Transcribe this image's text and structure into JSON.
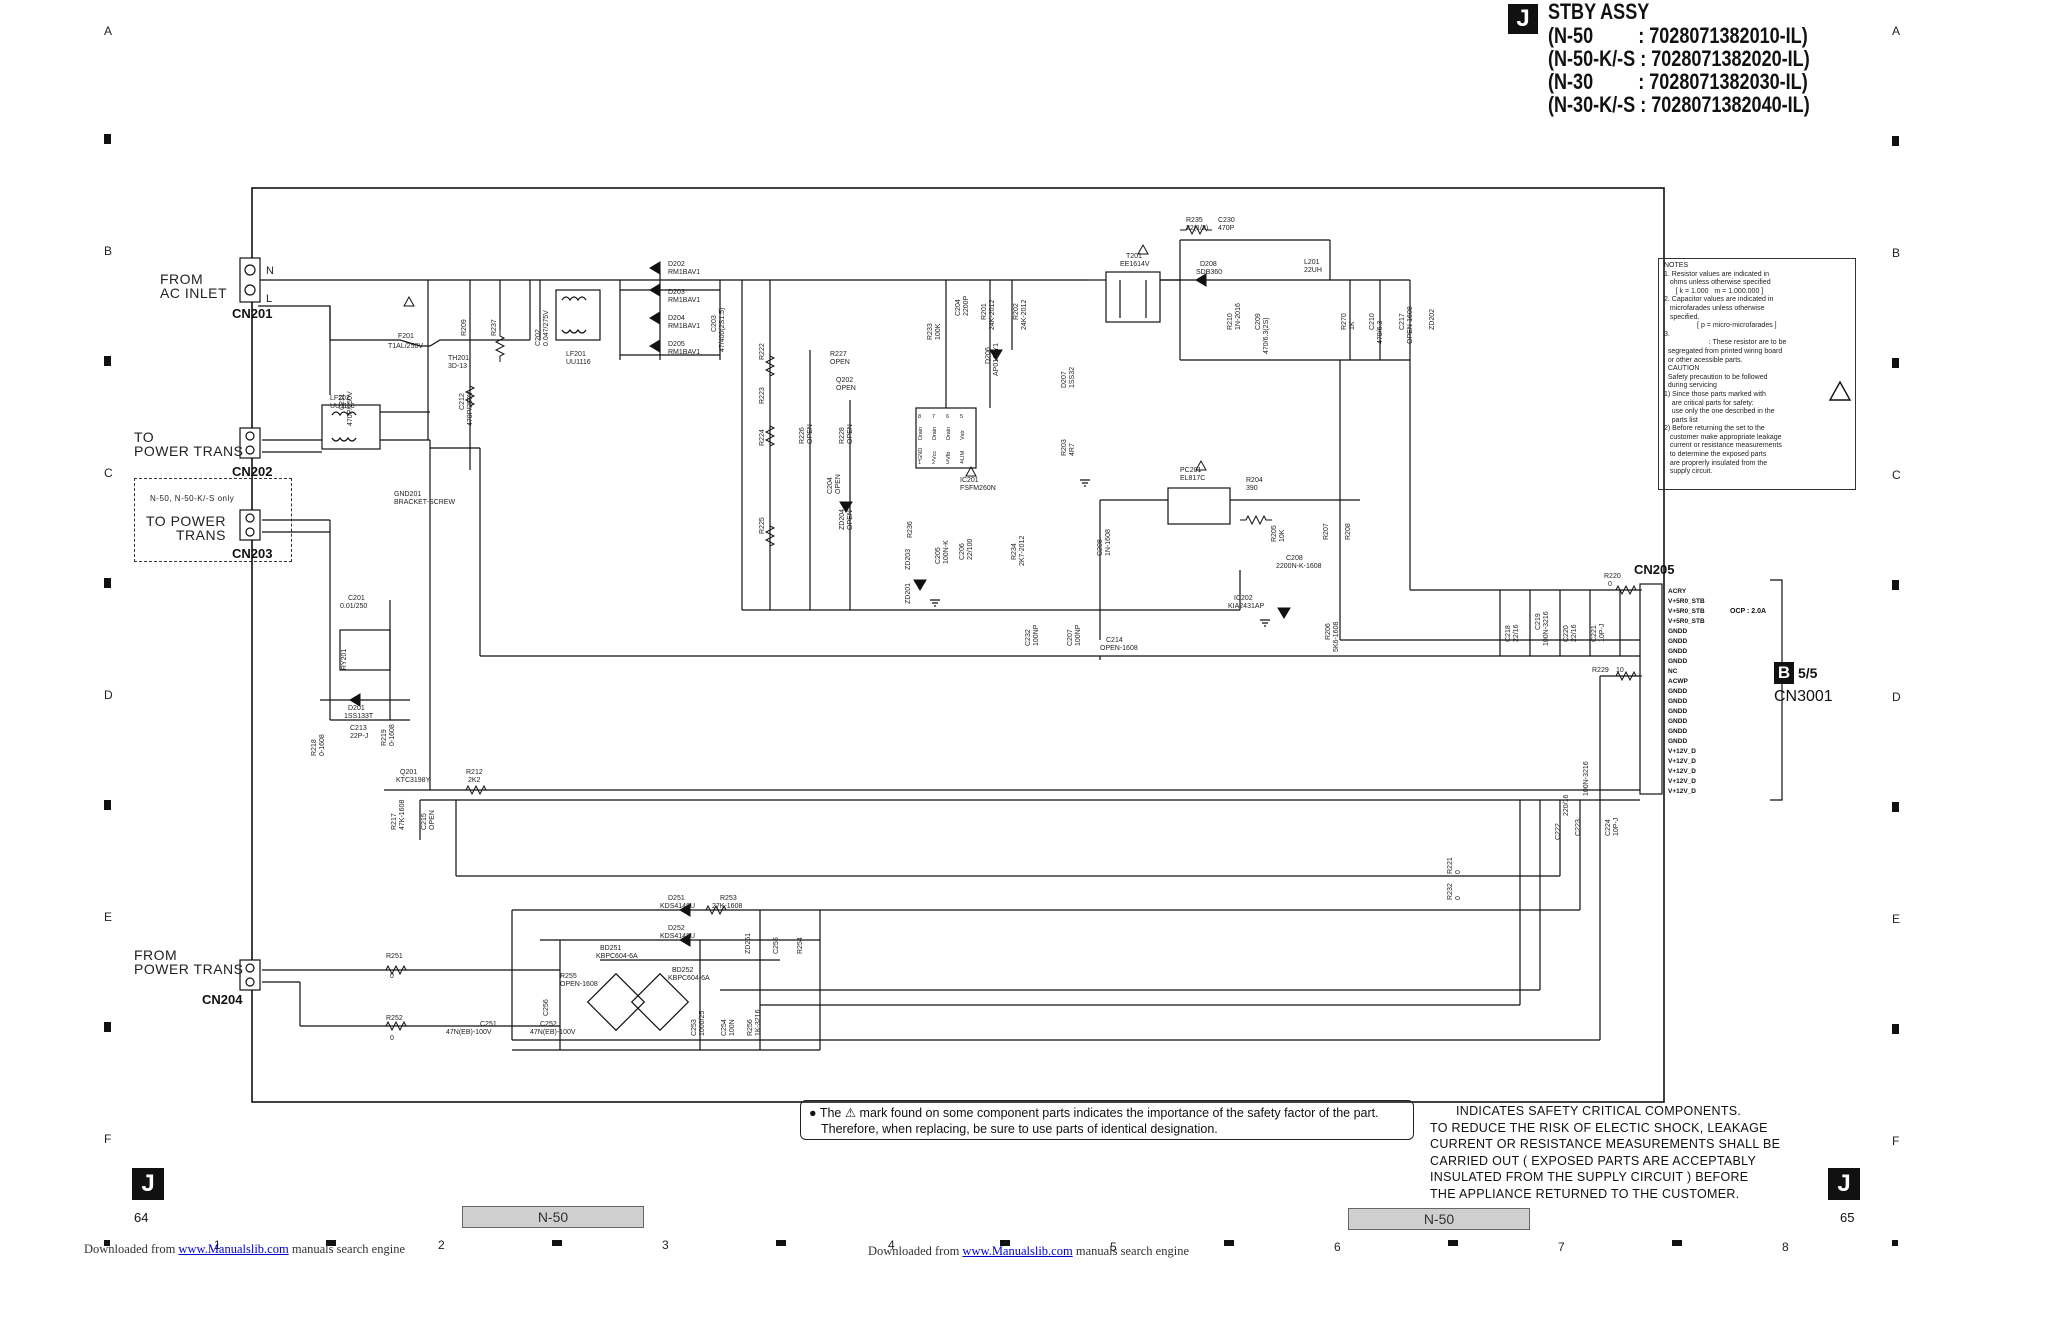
{
  "header": {
    "badge": "J",
    "title": "STBY ASSY",
    "models": [
      "(N-50         : 7028071382010-IL)",
      "(N-50-K/-S : 7028071382020-IL)",
      "(N-30         : 7028071382030-IL)",
      "(N-30-K/-S : 7028071382040-IL)"
    ]
  },
  "grid": {
    "rows": [
      "A",
      "B",
      "C",
      "D",
      "E",
      "F"
    ],
    "cols": [
      "1",
      "2",
      "3",
      "4",
      "5",
      "6",
      "7",
      "8"
    ]
  },
  "connectors": {
    "cn201": {
      "label_lines": [
        "FROM",
        "AC INLET"
      ],
      "name": "CN201",
      "pins": [
        "N",
        "L"
      ]
    },
    "cn202": {
      "label_lines": [
        "TO",
        "POWER TRANS"
      ],
      "name": "CN202"
    },
    "cn203": {
      "note": "N-50, N-50-K/-S only",
      "label_lines": [
        "TO POWER",
        "TRANS"
      ],
      "name": "CN203"
    },
    "cn204": {
      "label_lines": [
        "FROM",
        "POWER TRANS"
      ],
      "name": "CN204"
    },
    "cn205": {
      "name": "CN205",
      "pins": [
        "ACRY",
        "V+5R0_STB",
        "V+5R0_STB",
        "V+5R0_STB",
        "GNDD",
        "GNDD",
        "GNDD",
        "GNDD",
        "NC",
        "ACWP",
        "GNDD",
        "GNDD",
        "GNDD",
        "GNDD",
        "GNDD",
        "GNDD",
        "V+12V_D",
        "V+12V_D",
        "V+12V_D",
        "V+12V_D",
        "V+12V_D"
      ],
      "ocp": "OCP : 2.0A"
    }
  },
  "b_ref": {
    "badge": "B",
    "fraction": "5/5",
    "connector": "CN3001"
  },
  "components": {
    "f201": "F201",
    "f201_val": "T1AL/250V",
    "lf202": "LF202",
    "lf202_val": "UU1116",
    "th201": "TH201",
    "th201_val": "3D-13",
    "r209": "R209",
    "r237": "R237",
    "c202": "C202",
    "c202_val": "0.047/275V",
    "lf201": "LF201",
    "lf201_val": "UU1116",
    "d202": "D202",
    "d202_val": "RM1BAV1",
    "d203": "D203",
    "d203_val": "RM1BAV1",
    "d204": "D204",
    "d204_val": "RM1BAV1",
    "d205": "D205",
    "d205_val": "RM1BAV1",
    "c203": "C203",
    "c203_val": "47/400(2S1.5)",
    "c211": "C211",
    "c211_val": "470P/250V",
    "c212": "C212",
    "c212_val": "470P/250V",
    "gnd201": "GND201",
    "gnd201_val": "BRACKET-SCREW",
    "r222": "R222",
    "r223": "R223",
    "r224": "R224",
    "r225": "R225",
    "r227": "R227",
    "r227_val": "OPEN",
    "q202": "Q202",
    "q202_val": "OPEN",
    "r226": "R226",
    "r226_val": "OPEN",
    "r228": "R228",
    "r228_val": "OPEN",
    "c204": "C204",
    "c204_val": "OPEN",
    "zd204": "ZD204",
    "zd204_val": "OPEN",
    "r233": "R233",
    "r233_val": "100K",
    "c204b": "C204",
    "c204b_val": "2200P",
    "r201": "R201",
    "r201_val": "24K-2012",
    "r202": "R202",
    "r202_val": "24K-2012",
    "d206": "D206",
    "d206_val": "AP01C-Y1",
    "ic201": "IC201",
    "ic201_val": "FSFM260N",
    "ic_pins_top": [
      "Drain",
      "Drain",
      "Drain",
      "Vstr"
    ],
    "ic_pins_bot": [
      "GND",
      "Vcc",
      "Vfb",
      "LIM"
    ],
    "ic_nums_top": [
      "8",
      "7",
      "6",
      "5"
    ],
    "ic_nums_bot": [
      "1",
      "2",
      "3",
      "4"
    ],
    "r236": "R236",
    "zd203": "ZD203",
    "zd201": "ZD201",
    "c205": "C205",
    "c205_val": "100N-K",
    "c206": "C206",
    "c206_val": "22/100",
    "r234": "R234",
    "r234_val": "2K7-2012",
    "t201": "T201",
    "t201_val": "EE1614V",
    "r235": "R235",
    "r235_val": "22(1/2)",
    "c230": "C230",
    "c230_val": "470P",
    "d208": "D208",
    "d208_val": "SDB360",
    "l201": "L201",
    "l201_val": "22UH",
    "r210": "R210",
    "r210_val": "1N-2016",
    "c209": "C209",
    "c209_val": "470/6.3(2S)",
    "r270": "R270",
    "r270_val": "1K",
    "c210": "C210",
    "c210_val": "470/6.3",
    "c217": "C217",
    "c217_val": "OPEN-1608",
    "zd202": "ZD202",
    "d207": "D207",
    "d207_val": "1SS32",
    "r203": "R203",
    "r203_val": "4R7",
    "c208": "C208",
    "c208_val": "1N-1608",
    "ic202": "IC202",
    "ic202_val": "KIA2431AP",
    "pc201": "PC201",
    "pc201_val": "EL817C",
    "r204": "R204",
    "r204_val": "390",
    "r205": "R205",
    "r205_val": "10K",
    "r207": "R207",
    "r208": "R208",
    "c208b": "C208",
    "c208b_val": "2200N-K-1608",
    "r206": "R206",
    "r206_val": "5K6-1608",
    "c232": "C232",
    "c232_val": "100NP",
    "c207": "C207",
    "c207_val": "100NP",
    "c214": "C214",
    "c214_val": "OPEN-1608",
    "r220": "R220",
    "r220_val": "0",
    "c218": "C218",
    "c218_val": "22/16",
    "c219": "C219",
    "c219_val": "100N-3216",
    "c220": "C220",
    "c220_val": "22/16",
    "c221": "C221",
    "c221_val": "10P-J",
    "r229": "R229",
    "r229_val": "10",
    "c201": "C201",
    "c201_val": "0.01/250",
    "rly201": "RY201",
    "d201": "D201",
    "d201_val": "1SS133T",
    "c213": "C213",
    "c213_val": "22P-J",
    "r218": "R218",
    "r218_val": "0-1608",
    "r219": "R219",
    "r219_val": "0-1608",
    "q201": "Q201",
    "q201_val": "KTC3198Y",
    "r212": "R212",
    "r212_val": "2K2",
    "r217": "R217",
    "r217_val": "47K-1608",
    "c215": "C215",
    "c215_val": "OPEN",
    "r221": "R221",
    "r221_val": "0",
    "r232": "R232",
    "r232_val": "0",
    "c222": "C222",
    "c222_val": "220/16",
    "c223": "C223",
    "c223_val": "100N-3216",
    "c224": "C224",
    "c224_val": "10P-J",
    "d251": "D251",
    "d251_val": "KDS4148U",
    "d252": "D252",
    "d252_val": "KDS4148U",
    "r253": "R253",
    "r253_val": "27K-1608",
    "zd251": "ZD251",
    "c255": "C255",
    "r254": "R254",
    "r251": "R251",
    "r251_val": "0",
    "r252": "R252",
    "r252_val": "0",
    "bd251": "BD251",
    "bd251_val": "KBPC604-6A",
    "bd252": "BD252",
    "bd252_val": "KBPC604-6A",
    "r255": "R255",
    "r255_val": "OPEN-1608",
    "c256": "C256",
    "c251": "C251",
    "c251_val": "47N(EB)-100V",
    "c252": "C252",
    "c252_val": "47N(EB)-100V",
    "c253": "C253",
    "c253_val": "1000/25",
    "c254": "C254",
    "c254_val": "100N",
    "r256": "R256",
    "r256_val": "1K-3216"
  },
  "notes": {
    "lines": [
      "NOTES",
      "1. Resistor values are indicated in",
      "   ohms unless otherwise specified",
      "      [ k = 1.000   m = 1.000.000 ]",
      "2. Capacitor values are indicated in",
      "   microfarades unless otherwise",
      "   specified.",
      "                 [ p = micro-microfarades ]",
      "3.",
      "                       : These resistor are to be",
      "  segregated from printed wiring board",
      "  or other acessible parts.",
      "  CAUTION",
      "  Safety precaution to be followed",
      "  during servicing",
      "1) Since those parts marked with",
      "    are critical parts for safety:",
      "    use only the one described in the",
      "    parts list",
      "2) Before returning the set to the",
      "   customer make appropriate leakage",
      "   current or resistance measurements",
      "   to determine the exposed parts",
      "   are proprerly insulated from the",
      "   supply circuit."
    ]
  },
  "warning": {
    "line1_pre": "The",
    "line1_post": "mark found on some component parts indicates the importance of the safety factor of the part.",
    "line2": "Therefore, when  replacing, be sure to use parts of identical designation."
  },
  "safety": {
    "lines": [
      "INDICATES SAFETY CRITICAL COMPONENTS.",
      "TO REDUCE THE RISK OF ELECTIC SHOCK, LEAKAGE",
      "CURRENT OR RESISTANCE MEASUREMENTS SHALL BE",
      "CARRIED OUT ( EXPOSED PARTS ARE ACCEPTABLY",
      "INSULATED FROM THE SUPPLY CIRCUIT ) BEFORE",
      "THE APPLIANCE RETURNED TO THE CUSTOMER."
    ]
  },
  "page": {
    "left_badge": "J",
    "left_page": "64",
    "right_badge": "J",
    "right_page": "65",
    "model_tab_left": "N-50",
    "model_tab_right": "N-50"
  },
  "footer": {
    "prefix": "Downloaded from ",
    "link": "www.Manualslib.com",
    "suffix": "  manuals search engine"
  }
}
